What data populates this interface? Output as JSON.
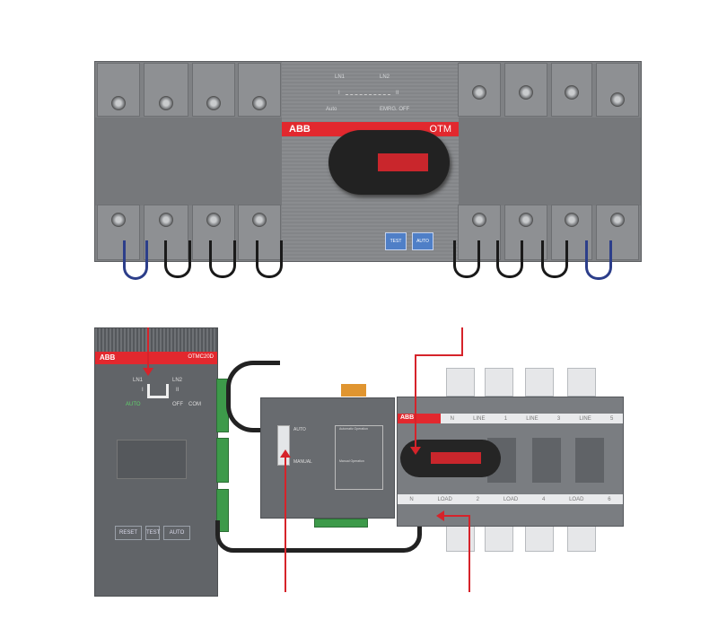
{
  "top_device": {
    "brand": "ABB",
    "model": "OTM",
    "diagram": {
      "ln1": "LN1",
      "ln2": "LN2",
      "pos1": "I",
      "pos2": "II",
      "auto": "Auto",
      "emrg_off": "EMRG. OFF"
    },
    "buttons": {
      "test": "TEST",
      "auto": "AUTO"
    }
  },
  "controller": {
    "brand": "ABB",
    "model": "OTMC20D",
    "labels": {
      "ln1": "LN1",
      "ln2": "LN2",
      "pos1": "I",
      "pos2": "II",
      "auto": "AUTO",
      "off": "OFF",
      "com": "COM"
    },
    "buttons": {
      "reset": "RESET",
      "test": "TEST",
      "auto": "AUTO"
    }
  },
  "operator": {
    "auto": "AUTO",
    "manual": "MANUAL",
    "auto_op": "Automatic Operation",
    "manual_op": "Manual Operation"
  },
  "switch": {
    "brand": "ABB",
    "line_strip": [
      "N",
      "LINE",
      "1",
      "LINE",
      "3",
      "LINE",
      "5"
    ],
    "load_strip": [
      "N",
      "LOAD",
      "2",
      "LOAD",
      "4",
      "LOAD",
      "6"
    ]
  },
  "colors": {
    "brand_red": "#e2282e",
    "body_gray": "#7d7f82",
    "arrow_red": "#d6232a",
    "button_blue": "#4f7fc7"
  }
}
